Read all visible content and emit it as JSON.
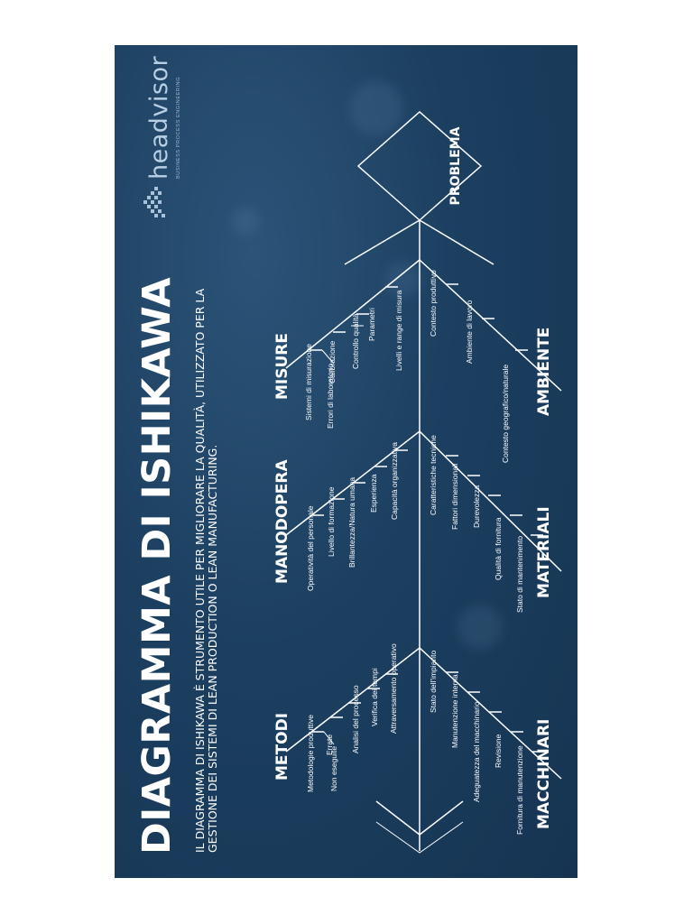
{
  "title": "DIAGRAMMA DI ISHIKAWA",
  "subtitle": "IL DIAGRAMMA DI ISHIKAWA È STRUMENTO UTILE PER MIGLIORARE LA QUALITÀ, UTILIZZATO PER LA GESTIONE DEI SISTEMI DI LEAN PRODUCTION O LEAN MANUFACTURING.",
  "logo": {
    "name": "headvisor",
    "tagline": "BUSINESS PROCESS ENGINEERING"
  },
  "problem": "PROBLEMA",
  "categories": {
    "metodi": {
      "label": "METODI",
      "causes": [
        "Metodologie produttive",
        "Errate",
        "Non eseguite",
        "Analisi del processo",
        "Verifica dei tempi",
        "Attraversamento operativo"
      ]
    },
    "manodopera": {
      "label": "MANODOPERA",
      "causes": [
        "Operatività del personale",
        "Livello di formazione",
        "Brillantezza/Natura umana",
        "Esperienza",
        "Capacità organizzativa"
      ]
    },
    "misure": {
      "label": "MISURE",
      "causes": [
        "Sistemi di misurazione",
        "Errori di laboratorio",
        "Calibrazione",
        "Controllo qualità",
        "Parametri",
        "Livelli e range di misura"
      ]
    },
    "macchinari": {
      "label": "MACCHINARI",
      "causes": [
        "Stato dell'impianto",
        "Manutenzione interna",
        "Adeguatezza del macchinario",
        "Revisione",
        "Fornitura di manutenzione"
      ]
    },
    "materiali": {
      "label": "MATERIALI",
      "causes": [
        "Caratteristiche tecniche",
        "Fattori dimensionali",
        "Durevolezza",
        "Qualità di fornitura",
        "Stato di mantenimento"
      ]
    },
    "ambiente": {
      "label": "AMBIENTE",
      "causes": [
        "Contesto produttivo",
        "Ambiente di lavoro",
        "Contesto geografico/naturale"
      ]
    }
  },
  "colors": {
    "background": "#1c3f60",
    "lines": "#ffffff",
    "logo": "#b9cfe3"
  }
}
